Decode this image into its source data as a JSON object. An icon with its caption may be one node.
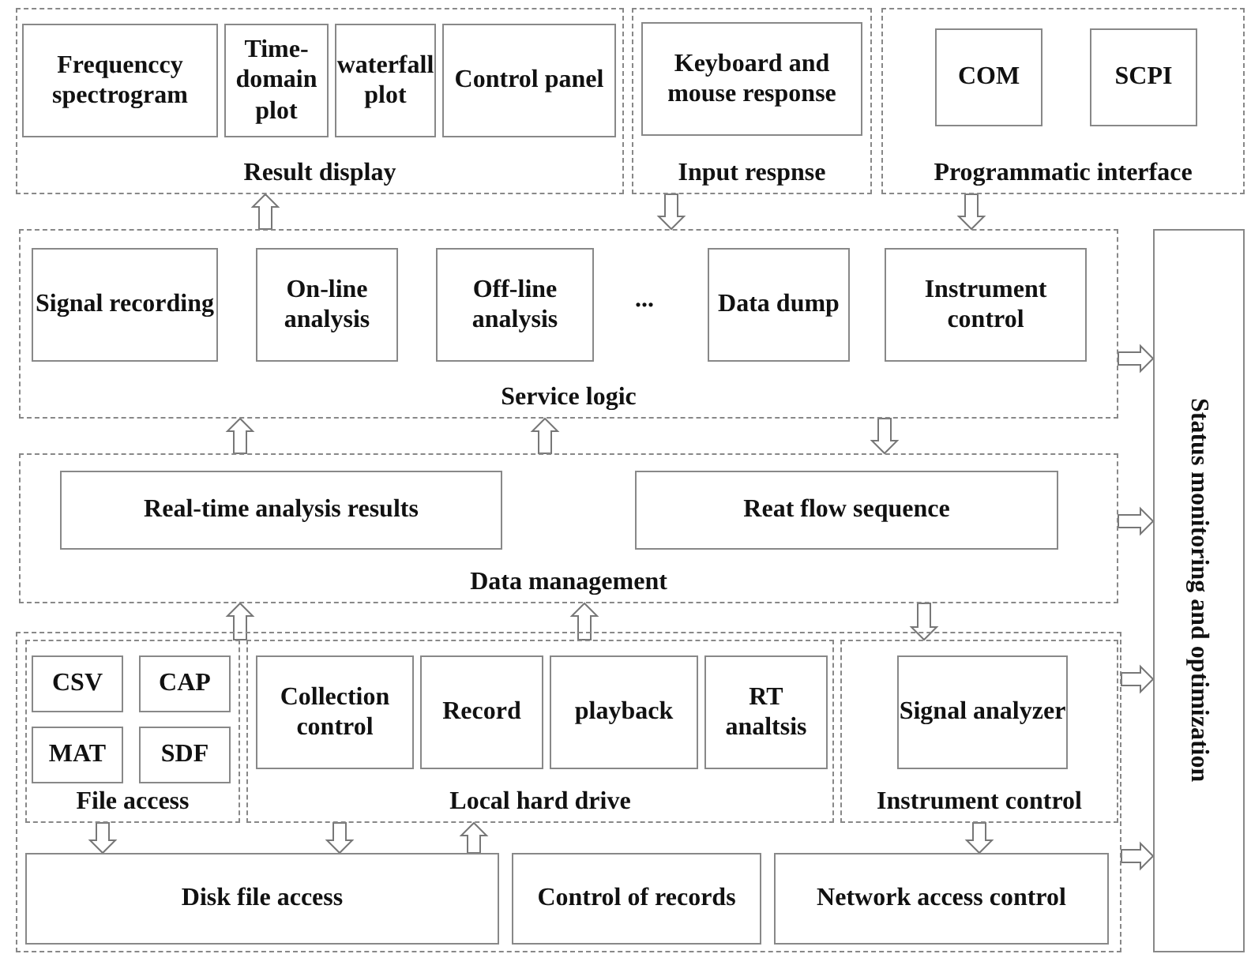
{
  "diagram": {
    "nodes": [
      {
        "text": [
          "Result display"
        ]
      },
      {
        "text": [
          "Frequenccy spectrogram"
        ],
        "in": 0
      },
      {
        "text": [
          "Time-domain plot"
        ],
        "in": 0
      },
      {
        "text": [
          "waterfall plot"
        ],
        "in": 0
      },
      {
        "text": [
          "Control panel"
        ],
        "in": 0
      },
      {
        "text": [
          "Input respnse"
        ]
      },
      {
        "text": [
          "Keyboard and mouse response"
        ],
        "in": 5
      },
      {
        "text": [
          "Programmatic interface"
        ]
      },
      {
        "text": [
          "COM"
        ],
        "in": 7
      },
      {
        "text": [
          "SCPI"
        ],
        "in": 7
      },
      {
        "text": [
          "Service logic"
        ]
      },
      {
        "text": [
          "Signal recording"
        ],
        "in": 10
      },
      {
        "text": [
          "On-line analysis"
        ],
        "in": 10
      },
      {
        "text": [
          "Off-line analysis"
        ],
        "in": 10
      },
      {
        "text": [
          "Data dump"
        ],
        "in": 10
      },
      {
        "text": [
          "Instrument control"
        ],
        "in": 10
      },
      {
        "text": [
          "Data management"
        ]
      },
      {
        "text": [
          "Real-time analysis results"
        ],
        "in": 16
      },
      {
        "text": [
          "Reat flow sequence"
        ],
        "in": 16
      },
      {
        "text": [],
        "shape": "box"
      },
      {
        "text": [
          "File access"
        ],
        "in": 19
      },
      {
        "text": [
          "CSV"
        ],
        "in": 20
      },
      {
        "text": [
          "CAP"
        ],
        "in": 20
      },
      {
        "text": [
          "MAT"
        ],
        "in": 20
      },
      {
        "text": [
          "SDF"
        ],
        "in": 20
      },
      {
        "text": [
          "Local hard drive"
        ],
        "in": 19
      },
      {
        "text": [
          "Collection control"
        ],
        "in": 25
      },
      {
        "text": [
          "Record"
        ],
        "in": 25
      },
      {
        "text": [
          "playback"
        ],
        "in": 25
      },
      {
        "text": [
          "RT analtsis"
        ],
        "in": 25
      },
      {
        "text": [
          "Instrument control"
        ],
        "in": 19
      },
      {
        "text": [
          "Signal analyzer"
        ],
        "in": 30
      },
      {
        "text": [
          "Disk file access"
        ],
        "in": 19
      },
      {
        "text": [
          "Control of records"
        ],
        "in": 19
      },
      {
        "text": [
          "Network access control"
        ],
        "in": 19
      },
      {
        "text": [
          "Status monitoring and optimization"
        ]
      }
    ],
    "edges": [
      {
        "from": 10,
        "to": 0,
        "arrow": "to"
      },
      {
        "from": 5,
        "to": 10,
        "arrow": "to"
      },
      {
        "from": 7,
        "to": 10,
        "arrow": "to"
      },
      {
        "from": 10,
        "to": 35,
        "arrow": "to"
      },
      {
        "from": 16,
        "to": 10,
        "arrow": "to"
      },
      {
        "from": 16,
        "to": 10,
        "arrow": "to"
      },
      {
        "from": 10,
        "to": 16,
        "arrow": "to"
      },
      {
        "from": 16,
        "to": 35,
        "arrow": "to"
      },
      {
        "from": 20,
        "to": 16,
        "arrow": "to"
      },
      {
        "from": 25,
        "to": 16,
        "arrow": "to"
      },
      {
        "from": 16,
        "to": 30,
        "arrow": "to"
      },
      {
        "from": 19,
        "to": 35,
        "arrow": "to"
      },
      {
        "from": 19,
        "to": 35,
        "arrow": "to"
      },
      {
        "from": 20,
        "to": 32,
        "arrow": "to"
      },
      {
        "from": 25,
        "to": 32,
        "arrow": "to"
      },
      {
        "from": 32,
        "to": 25,
        "arrow": "to"
      },
      {
        "from": 30,
        "to": 34,
        "arrow": "to"
      }
    ],
    "labels": [
      "..."
    ]
  }
}
